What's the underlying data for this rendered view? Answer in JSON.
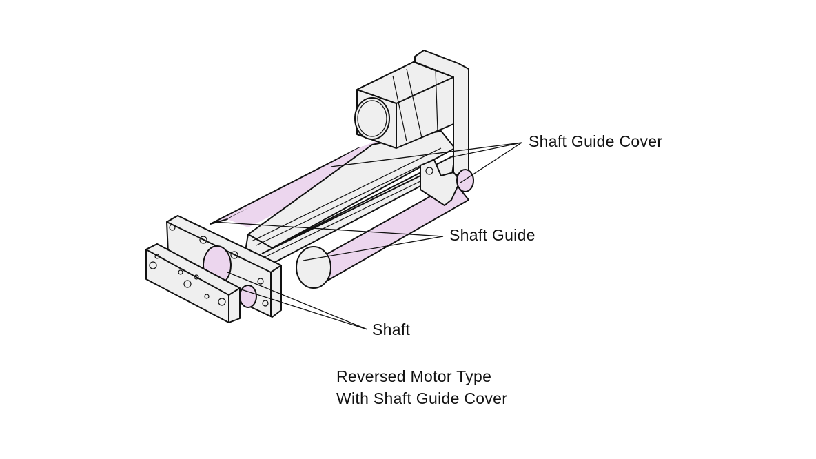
{
  "labels": {
    "shaft_guide_cover": "Shaft Guide Cover",
    "shaft_guide": "Shaft Guide",
    "shaft": "Shaft"
  },
  "caption": {
    "line1": "Reversed Motor Type",
    "line2": "With Shaft Guide Cover"
  },
  "colors": {
    "part_fill": "#efefef",
    "shaft_highlight": "#ecd6ee",
    "outline": "#111111",
    "background": "#ffffff"
  }
}
